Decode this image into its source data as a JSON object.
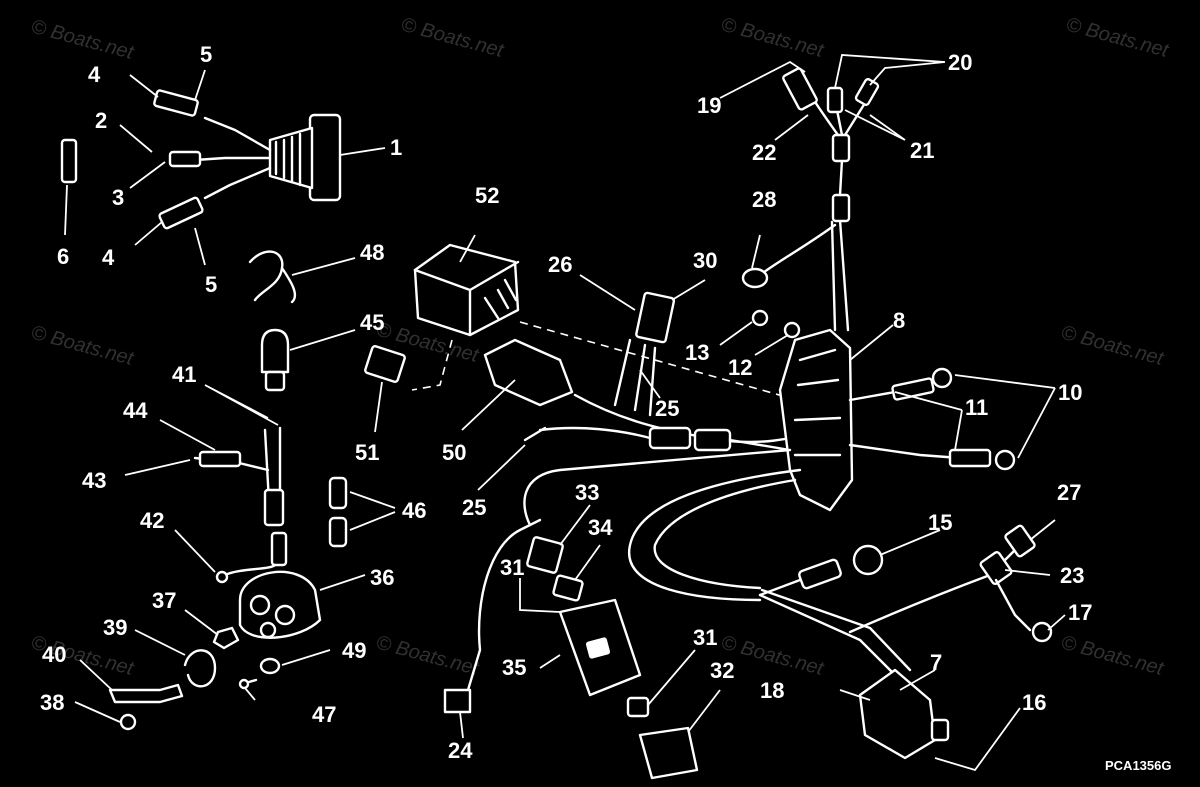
{
  "diagram": {
    "drawing_code": "PCA1356G",
    "watermark": "© Boats.net",
    "callouts": {
      "c1": "1",
      "c2": "2",
      "c3": "3",
      "c4a": "4",
      "c4b": "4",
      "c5a": "5",
      "c5b": "5",
      "c6": "6",
      "c7": "7",
      "c8": "8",
      "c10": "10",
      "c11": "11",
      "c12": "12",
      "c13": "13",
      "c15": "15",
      "c16": "16",
      "c17": "17",
      "c18": "18",
      "c19": "19",
      "c20": "20",
      "c21": "21",
      "c22": "22",
      "c23": "23",
      "c24": "24",
      "c25a": "25",
      "c25b": "25",
      "c26": "26",
      "c27": "27",
      "c28": "28",
      "c30": "30",
      "c31a": "31",
      "c31b": "31",
      "c32": "32",
      "c33": "33",
      "c34": "34",
      "c35": "35",
      "c36": "36",
      "c37": "37",
      "c38": "38",
      "c39": "39",
      "c40": "40",
      "c41": "41",
      "c42": "42",
      "c43": "43",
      "c44": "44",
      "c45": "45",
      "c46": "46",
      "c47": "47",
      "c48": "48",
      "c49": "49",
      "c50": "50",
      "c51": "51",
      "c52": "52"
    }
  }
}
